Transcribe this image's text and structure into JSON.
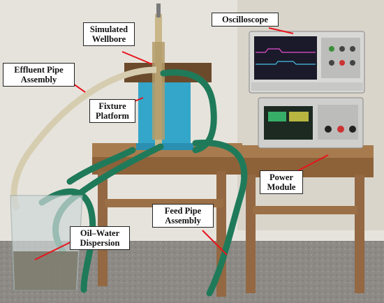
{
  "labels": {
    "simulated_wellbore": "Simulated\nWellbore",
    "oscilloscope": "Oscilloscope",
    "effluent_pipe": "Effluent Pipe\nAssembly",
    "fixture_platform": "Fixture\nPlatform",
    "power_module": "Power\nModule",
    "feed_pipe": "Feed Pipe\nAssembly",
    "oil_water": "Oil–Water\nDispersion"
  },
  "colors": {
    "arrow": "#e8141c",
    "label_border": "#222222",
    "pipe_green": "#1f7a5a",
    "fixture_blue": "#33a6c9",
    "wood": "#a87b4e"
  }
}
